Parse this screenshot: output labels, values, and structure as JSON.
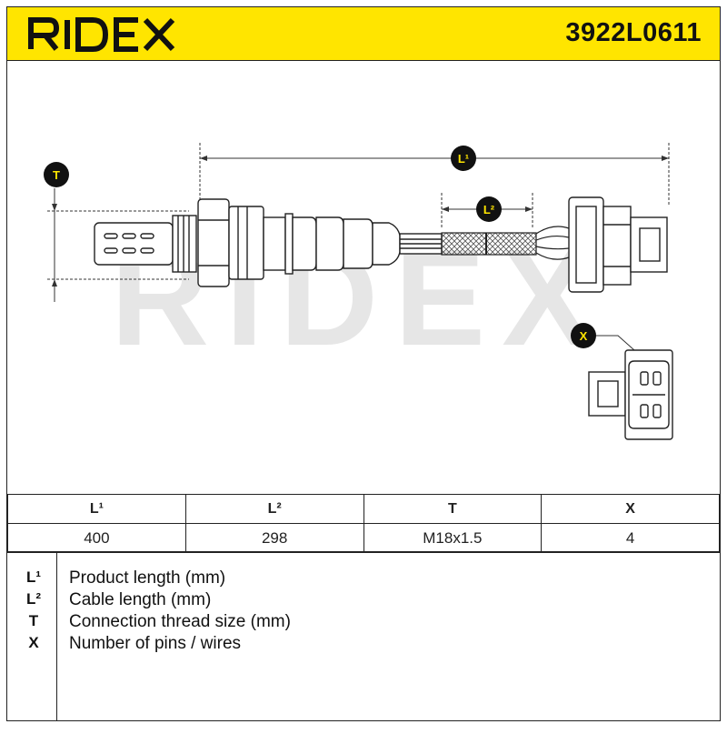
{
  "header": {
    "brand": "RIDEX",
    "part_number": "3922L0611",
    "accent_color": "#ffe500"
  },
  "diagram": {
    "watermark": "RIDEX",
    "markers": {
      "l1": "L¹",
      "l2": "L²",
      "t": "T",
      "x": "X"
    }
  },
  "specs": {
    "headers": [
      "L¹",
      "L²",
      "T",
      "X"
    ],
    "values": [
      "400",
      "298",
      "M18x1.5",
      "4"
    ]
  },
  "legend": [
    {
      "key": "L¹",
      "desc": "Product length (mm)"
    },
    {
      "key": "L²",
      "desc": "Cable length (mm)"
    },
    {
      "key": "T",
      "desc": "Connection thread size (mm)"
    },
    {
      "key": "X",
      "desc": "Number of pins / wires"
    }
  ]
}
